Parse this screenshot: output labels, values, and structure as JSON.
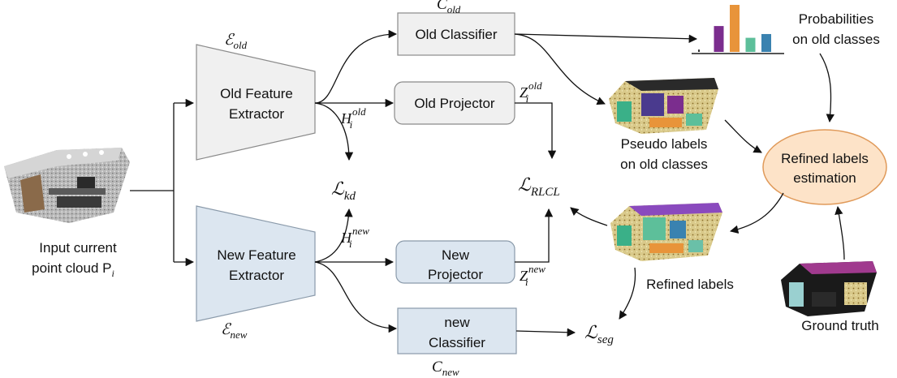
{
  "nodes": {
    "input_cloud": {
      "line1": "Input current",
      "line2": "point cloud P",
      "sub": "i"
    },
    "old_extractor": {
      "line1": "Old Feature",
      "line2": "Extractor"
    },
    "new_extractor": {
      "line1": "New Feature",
      "line2": "Extractor"
    },
    "old_classifier": {
      "label": "Old Classifier"
    },
    "old_projector": {
      "label": "Old Projector"
    },
    "new_projector": {
      "line1": "New",
      "line2": "Projector"
    },
    "new_classifier": {
      "line1": "new",
      "line2": "Classifier"
    },
    "probabilities": {
      "line1": "Probabilities",
      "line2": "on old classes"
    },
    "pseudo_labels": {
      "line1": "Pseudo labels",
      "line2": "on old classes"
    },
    "refined_estimation": {
      "line1": "Refined labels",
      "line2": "estimation"
    },
    "refined_labels": {
      "label": "Refined labels"
    },
    "ground_truth": {
      "label": "Ground truth"
    }
  },
  "symbols": {
    "e_old": {
      "base": "ℰ",
      "sub": "old"
    },
    "e_new": {
      "base": "ℰ",
      "sub": "new"
    },
    "c_old": {
      "base": "C",
      "sub": "old"
    },
    "c_new": {
      "base": "C",
      "sub": "new"
    },
    "h_old": {
      "base": "H",
      "sub": "i",
      "sup": "old"
    },
    "h_new": {
      "base": "H",
      "sub": "i",
      "sup": "new"
    },
    "z_old": {
      "base": "Z",
      "sub": "i",
      "sup": "old"
    },
    "z_new": {
      "base": "Z",
      "sub": "i",
      "sup": "new"
    },
    "l_kd": {
      "base": "ℒ",
      "sub": "kd"
    },
    "l_rlcl": {
      "base": "ℒ",
      "sub": "RLCL"
    },
    "l_seg": {
      "base": "ℒ",
      "sub": "seg"
    }
  },
  "bar_chart": {
    "values": [
      0.05,
      0.55,
      1.0,
      0.3,
      0.38
    ],
    "colors": [
      "#333333",
      "#7b2d8e",
      "#e8943a",
      "#5dbf9a",
      "#3a82b0"
    ]
  },
  "colors": {
    "old_box_fill": "#f0f0f0",
    "new_box_fill": "#dce6f0",
    "estimation_fill": "#fde3c8",
    "estimation_stroke": "#e09a5a"
  }
}
